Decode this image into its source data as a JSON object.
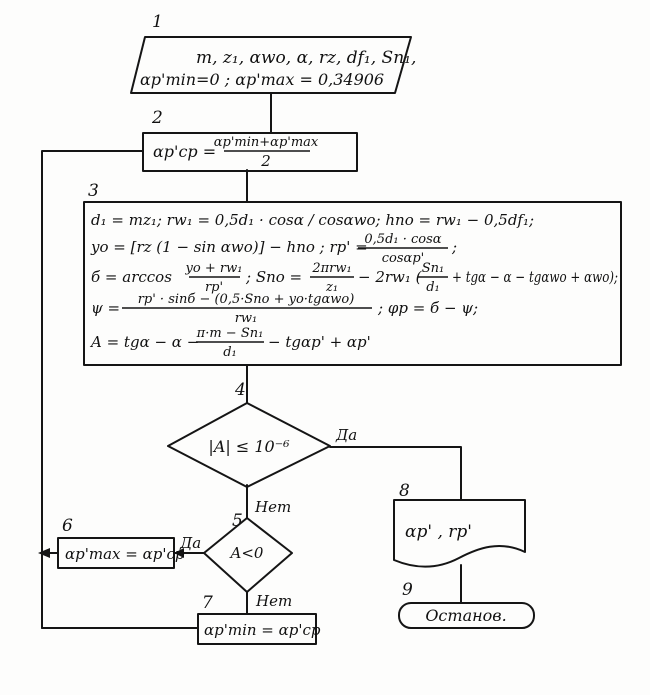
{
  "block1": {
    "number": "1",
    "line1": "m, z₁, αwo, α, rz, df₁, Sn₁,",
    "line2": "αp'min=0 ; αp'max = 0,34906"
  },
  "block2": {
    "number": "2",
    "lhs": "αp'cp =",
    "num": "αp'min+αp'max",
    "den": "2"
  },
  "block3": {
    "number": "3",
    "l1": "d₁ = mz₁; rw₁ = 0,5d₁ · cosα / cosαwo; hno = rw₁ − 0,5df₁;",
    "l2a": "yo = [rz (1 − sin αwo)] − hno ; rp' =",
    "l2num": "0,5d₁ · cosα",
    "l2den": "cosαp'",
    "l2end": ";",
    "l3a": "б = arccos",
    "l3num": "yo + rw₁",
    "l3den": "rp'",
    "l3b": "; Sno =",
    "l3cnum": "2πrw₁",
    "l3cden": "z₁",
    "l3c": "− 2rw₁ (",
    "l3dnum": "Sn₁",
    "l3dden": "d₁",
    "l3d": "+ tgα − α − tgαwo + αwo);",
    "l4a": "ψ =",
    "l4num": "rp' · sinб − (0,5·Sno + yo·tgαwo)",
    "l4den": "rw₁",
    "l4b": "; φp = б − ψ;",
    "l5a": "A = tgα − α −",
    "l5num": "π·m − Sn₁",
    "l5den": "d₁",
    "l5b": "− tgαp' + αp'"
  },
  "block4": {
    "number": "4",
    "condition": "|A| ≤ 10⁻⁶",
    "yes": "Да",
    "no": "Нет"
  },
  "block5": {
    "number": "5",
    "condition": "A<0",
    "yes": "Да",
    "no": "Нет"
  },
  "block6": {
    "number": "6",
    "text": "αp'max = αp'cp"
  },
  "block7": {
    "number": "7",
    "text": "αp'min = αp'cp"
  },
  "block8": {
    "number": "8",
    "text": "αp' , rp'"
  },
  "block9": {
    "number": "9",
    "text": "Останов."
  }
}
